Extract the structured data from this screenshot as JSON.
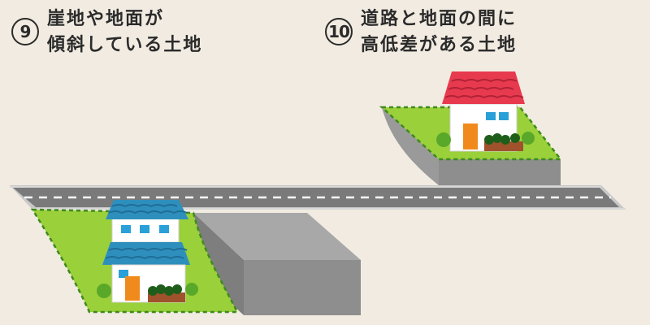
{
  "captions": [
    {
      "number": "9",
      "lines": [
        "崖地や地面が",
        "傾斜している土地"
      ]
    },
    {
      "number": "10",
      "lines": [
        "道路と地面の間に",
        "高低差がある土地"
      ]
    }
  ],
  "icons": [
    "house-blue-roof",
    "house-red-roof",
    "road",
    "hedge-bush"
  ],
  "colors": {
    "background": "#f1ebe1",
    "grass": "#9ad03a",
    "cliff": "#8e8e8e",
    "road": "#7a7a7a",
    "roof_blue": "#2e8fbd",
    "roof_red": "#e83a4f",
    "door": "#f08a1c"
  }
}
